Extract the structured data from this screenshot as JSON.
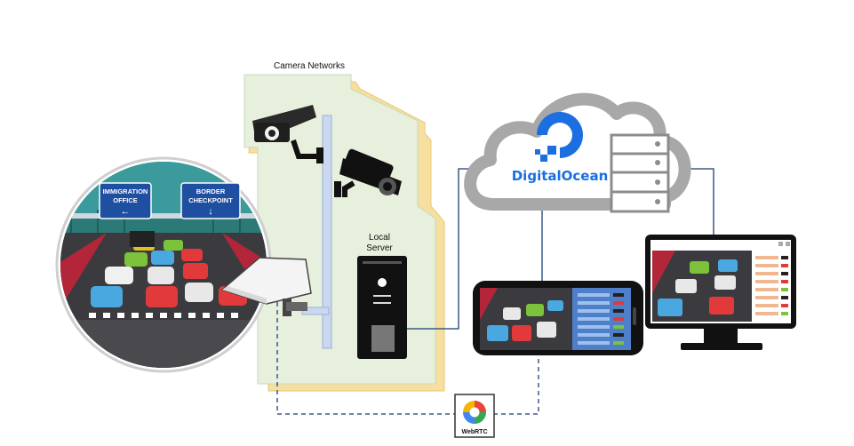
{
  "labels": {
    "camera_networks": "Camera Networks",
    "local_server_line1": "Local",
    "local_server_line2": "Server",
    "cloud_provider": "DigitalOcean",
    "webrtc": "WebRTC"
  },
  "signs": {
    "left_line1": "IMMIGRATION",
    "left_line2": "OFFICE",
    "left_arrow": "←",
    "right_line1": "BORDER",
    "right_line2": "CHECKPOINT",
    "right_arrow": "↓"
  },
  "colors": {
    "zone_fill": "#e6f0dc",
    "zone_shadow": "#f6dfa0",
    "cloud": "#a8a8a8",
    "brand": "#1b6fe0",
    "link": "#3b5a86",
    "sign": "#1f4fa0"
  },
  "icons": [
    "cctv-camera-icon",
    "server-tower-icon",
    "server-rack-icon",
    "smartphone-icon",
    "monitor-icon",
    "webrtc-logo-icon",
    "digitalocean-logo-icon"
  ]
}
